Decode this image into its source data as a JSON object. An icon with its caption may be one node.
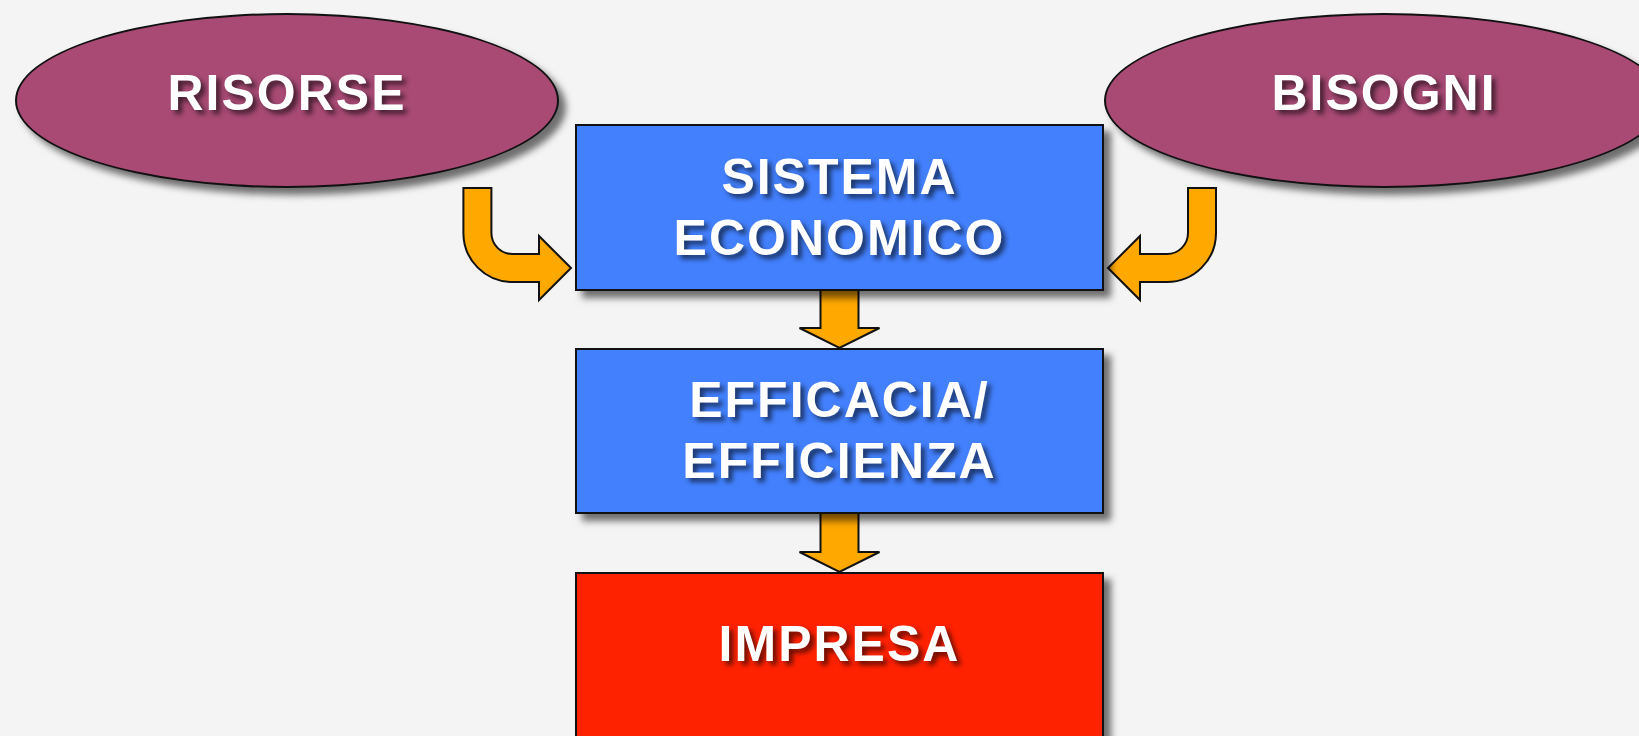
{
  "diagram": {
    "nodes": [
      {
        "text": [
          "RISORSE"
        ]
      },
      {
        "text": [
          "BISOGNI"
        ]
      },
      {
        "text": [
          "SISTEMA ECONOMICO"
        ]
      },
      {
        "text": [
          "EFFICACIA/ EFFICIENZA"
        ]
      },
      {
        "text": [
          "IMPRESA"
        ]
      }
    ],
    "edges": [
      {
        "from": 0,
        "to": 2,
        "arrow": "to"
      },
      {
        "from": 1,
        "to": 2,
        "arrow": "to"
      },
      {
        "from": 2,
        "to": 3,
        "arrow": "to"
      },
      {
        "from": 3,
        "to": 4,
        "arrow": "to"
      }
    ]
  }
}
